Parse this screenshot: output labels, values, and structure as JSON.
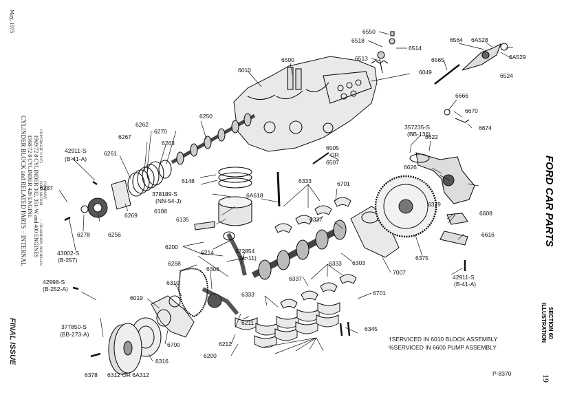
{
  "left_margin": {
    "date": "May, 1975",
    "caption_line1": "CYLINDER BLOCK and RELATED PARTS – INTERNAL",
    "caption_line2": "1968/72 8 CYLINDER 428 ENGINE",
    "caption_line3": "1969/72 8 CYLINDER 302, 351-W and 400 ENGINES",
    "copyright": "COPYRIGHT © 1975",
    "company_line1": "FORD MOTOR",
    "company_line2": "COMPANY",
    "location": "— DEARBORN, MICHIGAN",
    "final_issue": "FINAL ISSUE"
  },
  "right_margin": {
    "brand": "FORD CAR PARTS",
    "illustration": "ILLUSTRATION",
    "section": "SECTION 60",
    "page_number": "19"
  },
  "notes": {
    "line1": "†SERVICED IN 6010 BLOCK ASSEMBLY",
    "line2": "%SERVICED IN 6600 PUMP ASSEMBLY"
  },
  "plate_id": "P-8370",
  "callouts": [
    "6550",
    "6518",
    "6514",
    "6513",
    "6564",
    "6A528",
    "6A529",
    "6524",
    "6565",
    "6500",
    "6010",
    "6049",
    "6666",
    "6670",
    "6674",
    "357235-S",
    "(BB-136)",
    "6622",
    "6250",
    "6262",
    "6270",
    "6267",
    "6263",
    "6261",
    "42911-S",
    "(B-41-A)",
    "6148",
    "378189-S",
    "(NN-54-J)",
    "6505",
    "OR",
    "6507",
    "6626",
    "6379",
    "6287",
    "6269",
    "6256",
    "6278",
    "6333",
    "6701",
    "6A618",
    "6108",
    "6135",
    "6337",
    "6608",
    "6616",
    "43002-S",
    "(B-257)",
    "6200",
    "6214",
    "372854",
    "(LL-11)",
    "6303",
    "6375",
    "6268",
    "6306",
    "6333",
    "6337",
    "7007",
    "42911-S",
    "(B-41-A)",
    "42998-S",
    "(B-252-A)",
    "6310",
    "6019",
    "6333",
    "6701",
    "377850-S",
    "(BB-273-A)",
    "6211",
    "6700",
    "6212",
    "6345",
    "6200",
    "6378",
    "6312 OR 6A312",
    "6316"
  ]
}
